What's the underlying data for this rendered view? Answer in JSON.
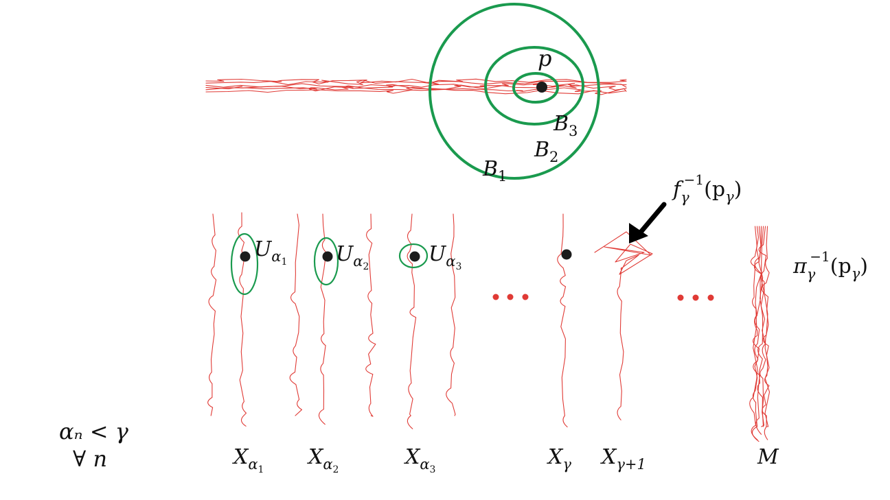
{
  "top": {
    "point_label": "p",
    "balls": [
      {
        "base": "B",
        "sub": "1"
      },
      {
        "base": "B",
        "sub": "2"
      },
      {
        "base": "B",
        "sub": "3"
      }
    ]
  },
  "fiber_labels": [
    {
      "base": "X",
      "sub": "α",
      "subsub": "1"
    },
    {
      "base": "X",
      "sub": "α",
      "subsub": "2"
    },
    {
      "base": "X",
      "sub": "α",
      "subsub": "3"
    },
    {
      "base": "X",
      "sub": "γ",
      "subsub": ""
    },
    {
      "base": "X",
      "sub": "γ+1",
      "subsub": ""
    },
    {
      "base": "M",
      "sub": "",
      "subsub": ""
    }
  ],
  "neighborhoods": [
    {
      "base": "U",
      "sub": "α",
      "subsub": "1"
    },
    {
      "base": "U",
      "sub": "α",
      "subsub": "2"
    },
    {
      "base": "U",
      "sub": "α",
      "subsub": "3"
    }
  ],
  "preimage_f": {
    "func": "f",
    "sub": "γ",
    "sup": "−1",
    "arg": "(p",
    "argsub": "γ",
    "close": ")"
  },
  "preimage_pi": {
    "func": "π",
    "sub": "γ",
    "sup": "−1",
    "arg": "(p",
    "argsub": "γ",
    "close": ")"
  },
  "condition": {
    "line1": "αₙ < γ",
    "line2": "∀ n"
  },
  "colors": {
    "strand": "#e03a35",
    "ball": "#1a9a4e",
    "point": "#1c1c1c",
    "arrow": "#000000"
  }
}
